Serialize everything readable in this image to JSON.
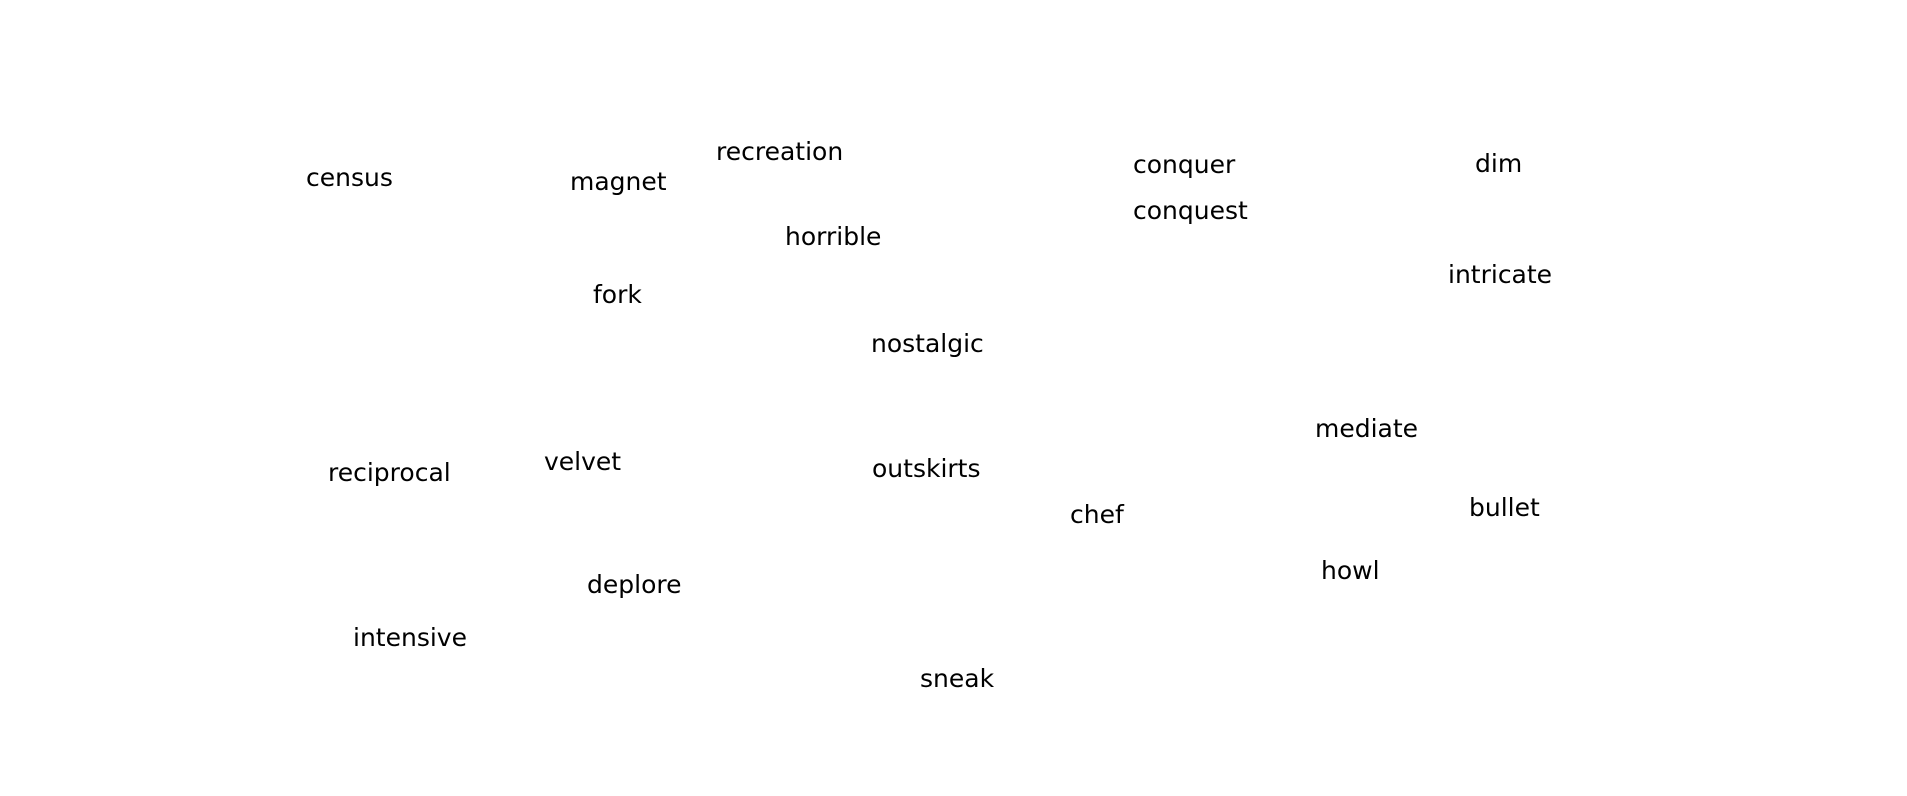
{
  "words": [
    "census",
    "magnet",
    "recreation",
    "conquer",
    "dim",
    "conquest",
    "horrible",
    "intricate",
    "fork",
    "nostalgic",
    "mediate",
    "reciprocal",
    "velvet",
    "outskirts",
    "chef",
    "bullet",
    "howl",
    "deplore",
    "intensive",
    "sneak"
  ],
  "colors": {
    "background": "#ffffff",
    "text": "#000000"
  }
}
